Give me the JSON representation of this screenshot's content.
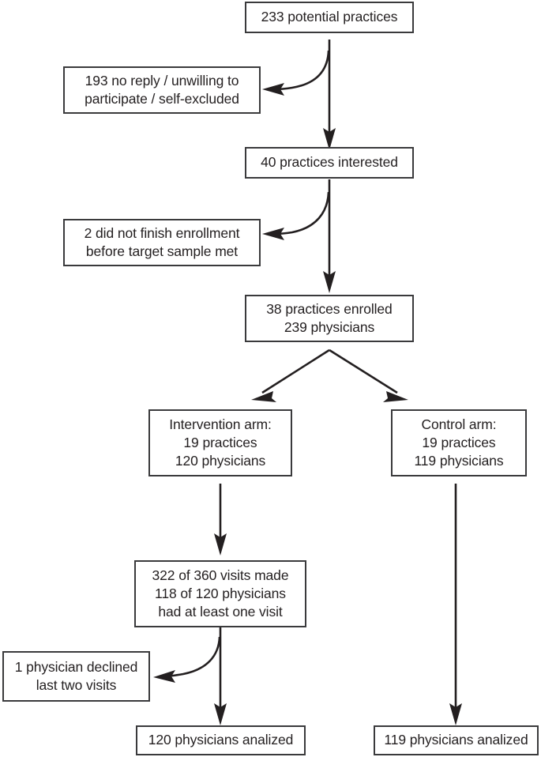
{
  "diagram": {
    "title": "Study enrollment and analysis flow diagram",
    "type": "flowchart",
    "background_color": "#ffffff",
    "box_border_color": "#3a3a3c",
    "text_color": "#231f20",
    "arrow_color": "#231f20"
  },
  "nodes": {
    "potential_practices": {
      "id": "potential-practices",
      "lines": [
        "233 potential practices"
      ]
    },
    "no_reply": {
      "id": "no-reply-excluded",
      "lines": [
        "193 no reply / unwilling to",
        "participate / self-excluded"
      ]
    },
    "practices_interested": {
      "id": "practices-interested",
      "lines": [
        "40 practices interested"
      ]
    },
    "did_not_finish": {
      "id": "did-not-finish-enrollment",
      "lines": [
        "2 did not finish enrollment",
        "before target sample met"
      ]
    },
    "practices_enrolled": {
      "id": "practices-enrolled",
      "lines": [
        "38 practices enrolled",
        "239 physicians"
      ]
    },
    "intervention_arm": {
      "id": "intervention-arm",
      "lines": [
        "Intervention arm:",
        "19 practices",
        "120 physicians"
      ]
    },
    "control_arm": {
      "id": "control-arm",
      "lines": [
        "Control arm:",
        "19 practices",
        "119 physicians"
      ]
    },
    "visits_made": {
      "id": "visits-made",
      "lines": [
        "322 of 360 visits made",
        "118 of 120 physicians",
        "had at least one visit"
      ]
    },
    "physician_declined": {
      "id": "physician-declined",
      "lines": [
        "1 physician declined",
        "last two visits"
      ]
    },
    "intervention_analyzed": {
      "id": "intervention-analyzed",
      "lines": [
        "120 physicians analized"
      ]
    },
    "control_analyzed": {
      "id": "control-analyzed",
      "lines": [
        "119 physicians analized"
      ]
    }
  },
  "edges": [
    {
      "id": "edge-potential-to-interested",
      "from": "potential_practices",
      "to": "practices_interested",
      "style": "straight-down"
    },
    {
      "id": "edge-potential-to-no-reply",
      "from": "potential_practices",
      "to": "no_reply",
      "style": "curved-left"
    },
    {
      "id": "edge-interested-to-enrolled",
      "from": "practices_interested",
      "to": "practices_enrolled",
      "style": "straight-down"
    },
    {
      "id": "edge-interested-to-did-not-finish",
      "from": "practices_interested",
      "to": "did_not_finish",
      "style": "curved-left"
    },
    {
      "id": "edge-enrolled-to-intervention",
      "from": "practices_enrolled",
      "to": "intervention_arm",
      "style": "diagonal-left"
    },
    {
      "id": "edge-enrolled-to-control",
      "from": "practices_enrolled",
      "to": "control_arm",
      "style": "diagonal-right"
    },
    {
      "id": "edge-intervention-to-visits",
      "from": "intervention_arm",
      "to": "visits_made",
      "style": "straight-down"
    },
    {
      "id": "edge-visits-to-analyzed",
      "from": "visits_made",
      "to": "intervention_analyzed",
      "style": "straight-down"
    },
    {
      "id": "edge-visits-to-declined",
      "from": "visits_made",
      "to": "physician_declined",
      "style": "curved-left"
    },
    {
      "id": "edge-control-to-analyzed",
      "from": "control_arm",
      "to": "control_analyzed",
      "style": "straight-down"
    }
  ]
}
